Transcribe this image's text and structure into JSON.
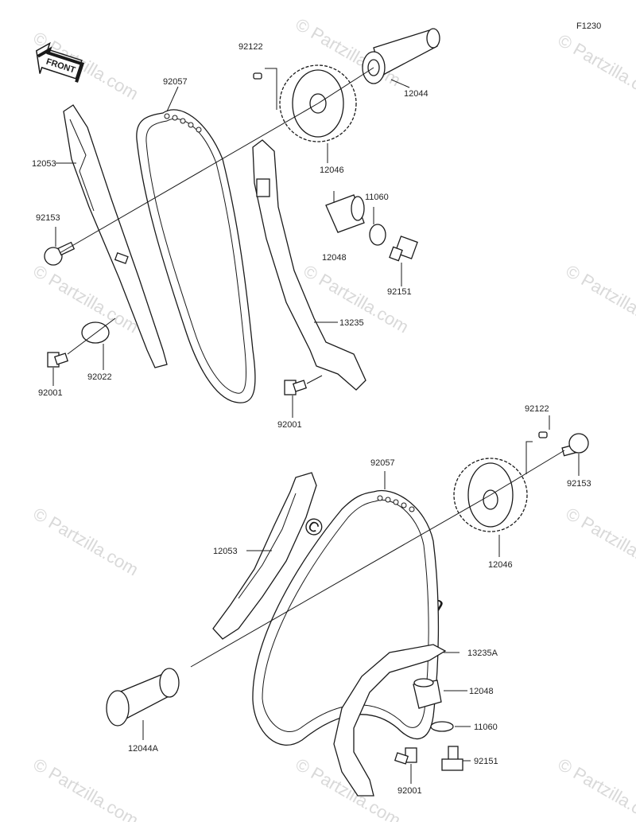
{
  "figure_code": "F1230",
  "front_label": "FRONT",
  "watermark": "© Partzilla.com",
  "center_watermark": "© Partzilla.com",
  "colors": {
    "line": "#1a1a1a",
    "watermark": "#d9d9d9",
    "background": "#ffffff"
  },
  "parts_top": {
    "p92122": "92122",
    "p92057": "92057",
    "p12044": "12044",
    "p12053": "12053",
    "p12046": "12046",
    "p11060": "11060",
    "p92153": "92153",
    "p12048": "12048",
    "p92151": "92151",
    "p13235": "13235",
    "p92022": "92022",
    "p92001a": "92001",
    "p92001b": "92001"
  },
  "parts_bottom": {
    "p92122": "92122",
    "p92057": "92057",
    "p92153": "92153",
    "p12053": "12053",
    "p12046": "12046",
    "p13235A": "13235A",
    "p12048": "12048",
    "p11060": "11060",
    "p12044A": "12044A",
    "p92151": "92151",
    "p92001": "92001"
  }
}
